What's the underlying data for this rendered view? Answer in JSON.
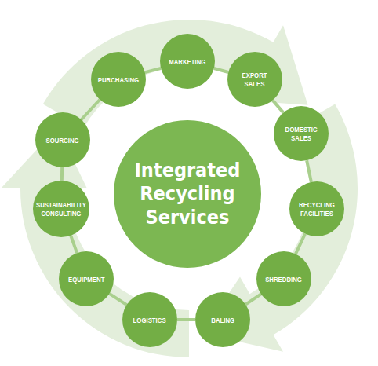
{
  "diagram": {
    "nodes": [
      {
        "text": [
          "Integrated Recycling Services"
        ]
      },
      {
        "text": [
          "MARKETING"
        ]
      },
      {
        "text": [
          "EXPORT SALES"
        ]
      },
      {
        "text": [
          "DOMESTIC SALES"
        ]
      },
      {
        "text": [
          "RECYCLING FACILITIES"
        ]
      },
      {
        "text": [
          "SHREDDING"
        ]
      },
      {
        "text": [
          "BALING"
        ]
      },
      {
        "text": [
          "LOGISTICS"
        ]
      },
      {
        "text": [
          "EQUIPMENT"
        ]
      },
      {
        "text": [
          "SUSTAINABILITY CONSULTING"
        ]
      },
      {
        "text": [
          "SOURCING"
        ]
      },
      {
        "text": [
          "PURCHASING"
        ]
      }
    ],
    "edges": [
      {
        "from": 1,
        "to": 2,
        "arrow": "none"
      },
      {
        "from": 2,
        "to": 3,
        "arrow": "none"
      },
      {
        "from": 3,
        "to": 4,
        "arrow": "none"
      },
      {
        "from": 4,
        "to": 5,
        "arrow": "none"
      },
      {
        "from": 5,
        "to": 6,
        "arrow": "none"
      },
      {
        "from": 6,
        "to": 7,
        "arrow": "none"
      },
      {
        "from": 7,
        "to": 8,
        "arrow": "none"
      },
      {
        "from": 8,
        "to": 9,
        "arrow": "none"
      },
      {
        "from": 9,
        "to": 10,
        "arrow": "none"
      },
      {
        "from": 10,
        "to": 11,
        "arrow": "none"
      },
      {
        "from": 11,
        "to": 1,
        "arrow": "none"
      }
    ]
  }
}
